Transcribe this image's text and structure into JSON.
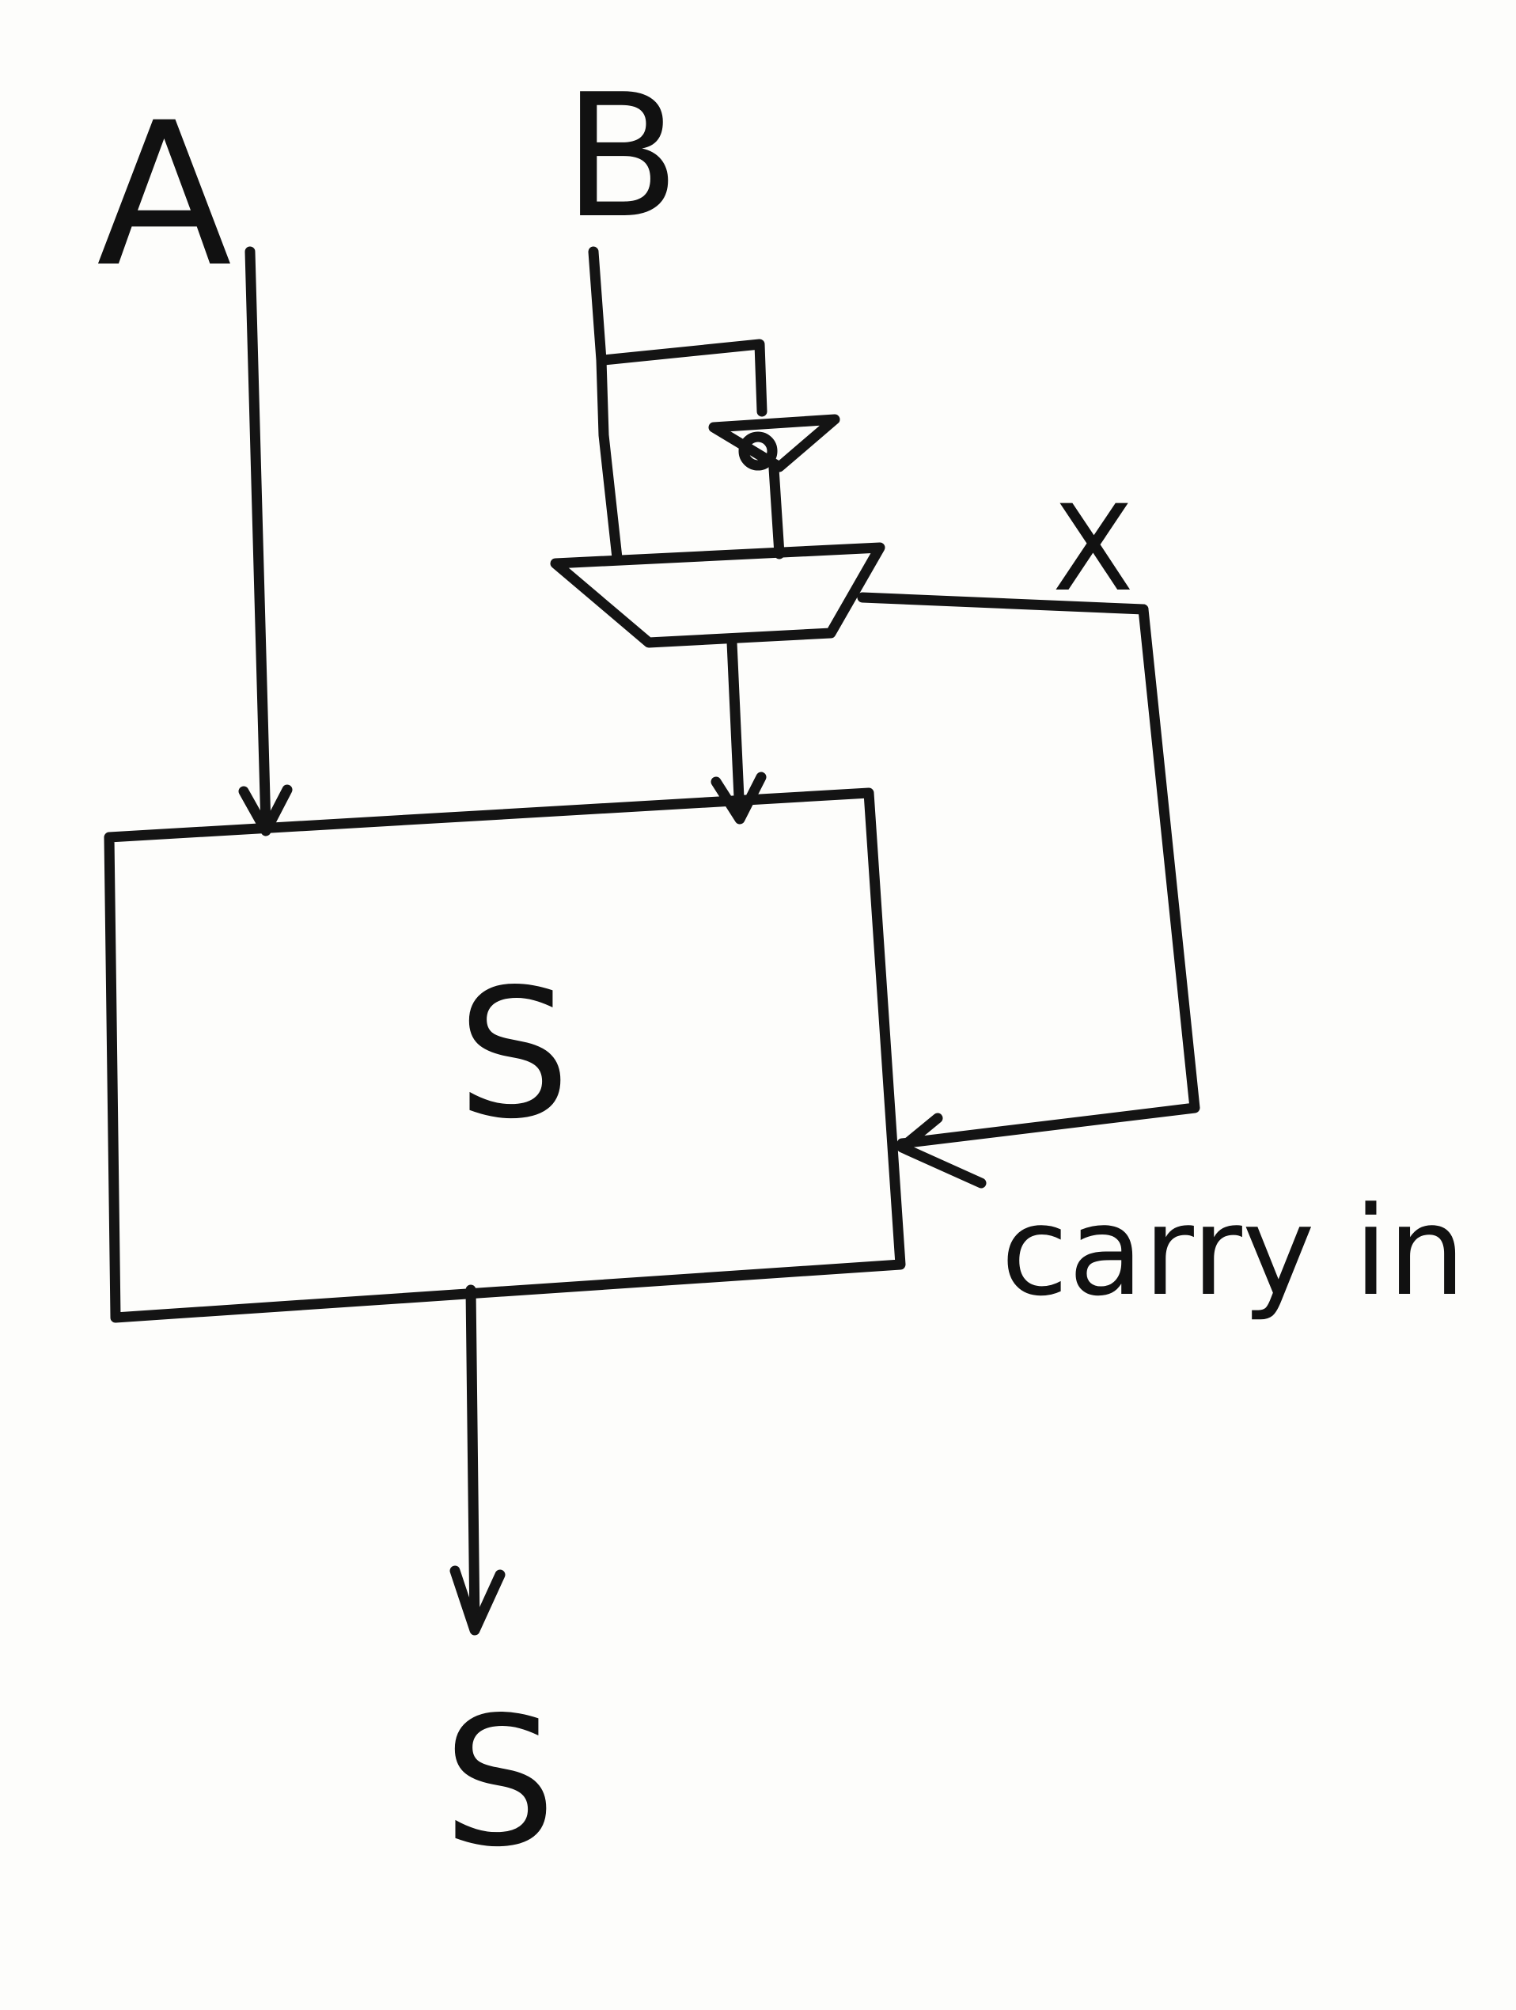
{
  "diagram": {
    "inputs": {
      "a_label": "A",
      "b_label": "B"
    },
    "mux": {
      "select_label": "X"
    },
    "adder": {
      "label": "S",
      "carry_in_label": "carry in"
    },
    "output": {
      "label": "S"
    }
  },
  "colors": {
    "ink": "#141414",
    "paper": "#fdfdfb"
  }
}
